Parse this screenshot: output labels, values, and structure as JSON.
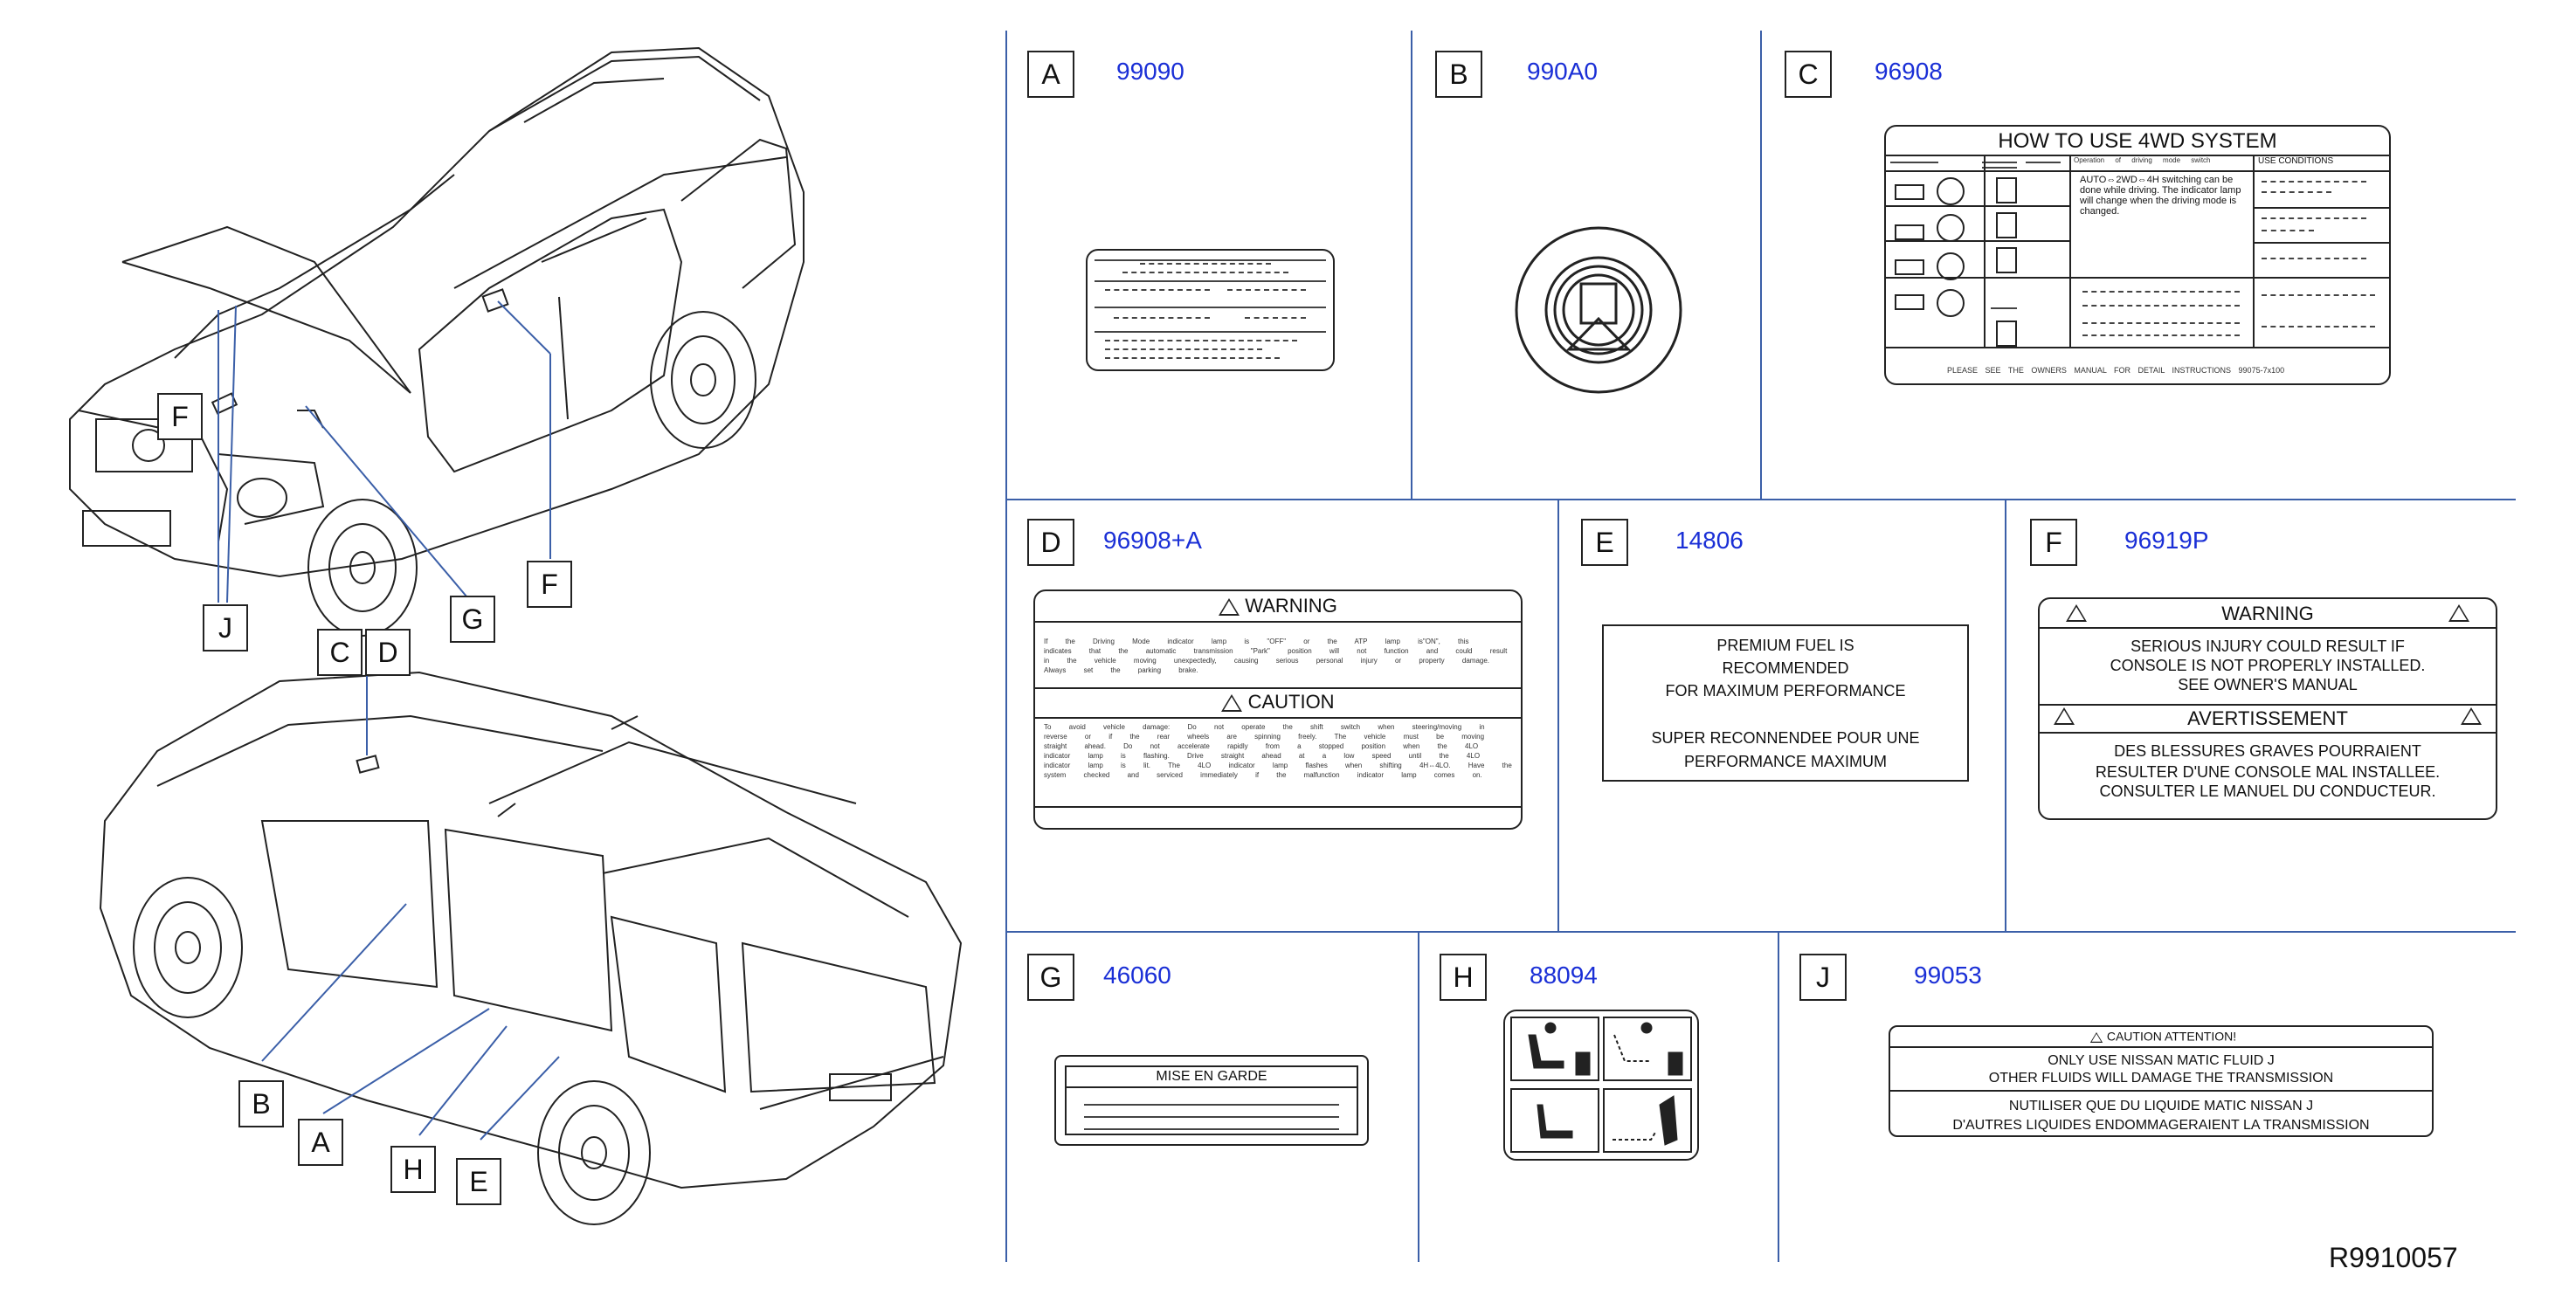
{
  "callouts": {
    "vehicle_front": [
      "F",
      "J",
      "G",
      "F",
      "C",
      "D"
    ],
    "vehicle_rear": [
      "B",
      "A",
      "H",
      "E"
    ]
  },
  "panels": {
    "A": {
      "letter": "A",
      "part": "99090"
    },
    "B": {
      "letter": "B",
      "part": "990A0"
    },
    "C": {
      "letter": "C",
      "part": "96908",
      "title": "HOW  TO  USE  4WD  SYSTEM",
      "col_operation": "Operation  of  driving  mode  switch",
      "col_use": "USE   CONDITIONS",
      "body": "AUTO⇔2WD⇔4H  switching can be done while driving. The indicator lamp will change when the driving mode is changed.",
      "footer": "PLEASE   SEE   THE   OWNERS   MANUAL   FOR   DETAIL   INSTRUCTIONS  99075-7x100"
    },
    "D": {
      "letter": "D",
      "part": "96908+A",
      "warning": "WARNING",
      "caution": "CAUTION",
      "warning_text": "If  the  Driving  Mode  indicator  lamp  is  \"OFF\"  or  the  ATP  lamp  is\"ON\",  this  indicates  that  the automatic  transmission  \"Park\"  position  will  not  function  and  could  result  in  the  vehicle  moving unexpectedly,  causing  serious  personal  injury  or  property  damage. Always  set  the  parking  brake.",
      "caution_text": "To  avoid  vehicle  damage: Do  not  operate  the  shift  switch  when  steering/moving  in  reverse  or  if  the  rear  wheels  are  spinning freely.  The  vehicle  must  be  moving  straight  ahead. Do  not  accelerate  rapidly  from  a  stopped  position  when  the  4LO  indicator  lamp  is  flashing. Drive straight  ahead  at  a  low  speed  until  the  4LO  indicator  lamp  is  lit.  The  4LO  indicator  lamp  flashes when  shifting  4H⇔4LO. Have  the  system  checked  and  serviced  immediately  if  the  malfunction  indicator lamp  comes  on."
    },
    "E": {
      "letter": "E",
      "part": "14806",
      "line1": "PREMIUM   FUEL   IS",
      "line2": "RECOMMENDED",
      "line3": "FOR   MAXIMUM   PERFORMANCE",
      "line4": "SUPER   RECONNENDEE   POUR   UNE",
      "line5": "PERFORMANCE   MAXIMUM"
    },
    "F": {
      "letter": "F",
      "part": "96919P",
      "warning": "WARNING",
      "en1": "SERIOUS   INJURY   COULD   RESULT   IF",
      "en2": "CONSOLE   IS   NOT   PROPERLY   INSTALLED.",
      "en3": "SEE   OWNER'S   MANUAL",
      "avert": "AVERTISSEMENT",
      "fr1": "DES   BLESSURES   GRAVES   POURRAIENT",
      "fr2": "RESULTER   D'UNE   CONSOLE   MAL   INSTALLEE.",
      "fr3": "CONSULTER   LE   MANUEL   DU   CONDUCTEUR."
    },
    "G": {
      "letter": "G",
      "part": "46060",
      "title": "MISE   EN   GARDE"
    },
    "H": {
      "letter": "H",
      "part": "88094"
    },
    "J": {
      "letter": "J",
      "part": "99053",
      "header": "CAUTION    ATTENTION!",
      "en1": "ONLY   USE   NISSAN   MATIC   FLUID   J",
      "en2": "OTHER   FLUIDS   WILL   DAMAGE   THE   TRANSMISSION",
      "fr1": "NUTILISER   QUE   DU   LIQUIDE   MATIC   NISSAN   J",
      "fr2": "D'AUTRES   LIQUIDES   ENDOMMAGERAIENT   LA   TRANSMISSION"
    }
  },
  "diagram_code": "R9910057"
}
